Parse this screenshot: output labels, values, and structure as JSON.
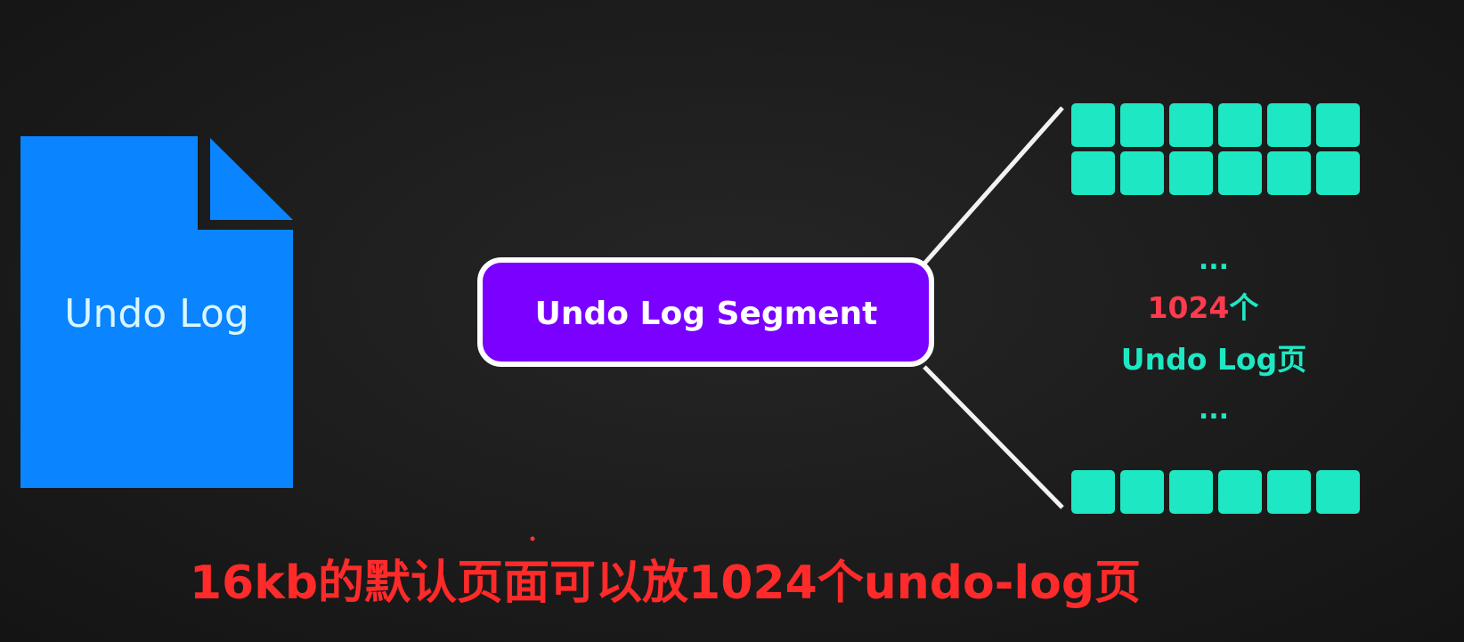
{
  "document": {
    "label": "Undo Log",
    "color": "#0a84ff"
  },
  "segment": {
    "label": "Undo Log Segment",
    "color": "#7a00ff",
    "border_color": "#ffffff"
  },
  "pages": {
    "color": "#1ee8c3",
    "dots_top": "...",
    "count_number": "1024",
    "count_unit": "个",
    "page_label": "Undo Log页",
    "dots_bottom": "...",
    "count_color": "#ff3b4e"
  },
  "caption": {
    "text": "16kb的默认页面可以放1024个undo-log页",
    "color": "#ff2a2a"
  }
}
